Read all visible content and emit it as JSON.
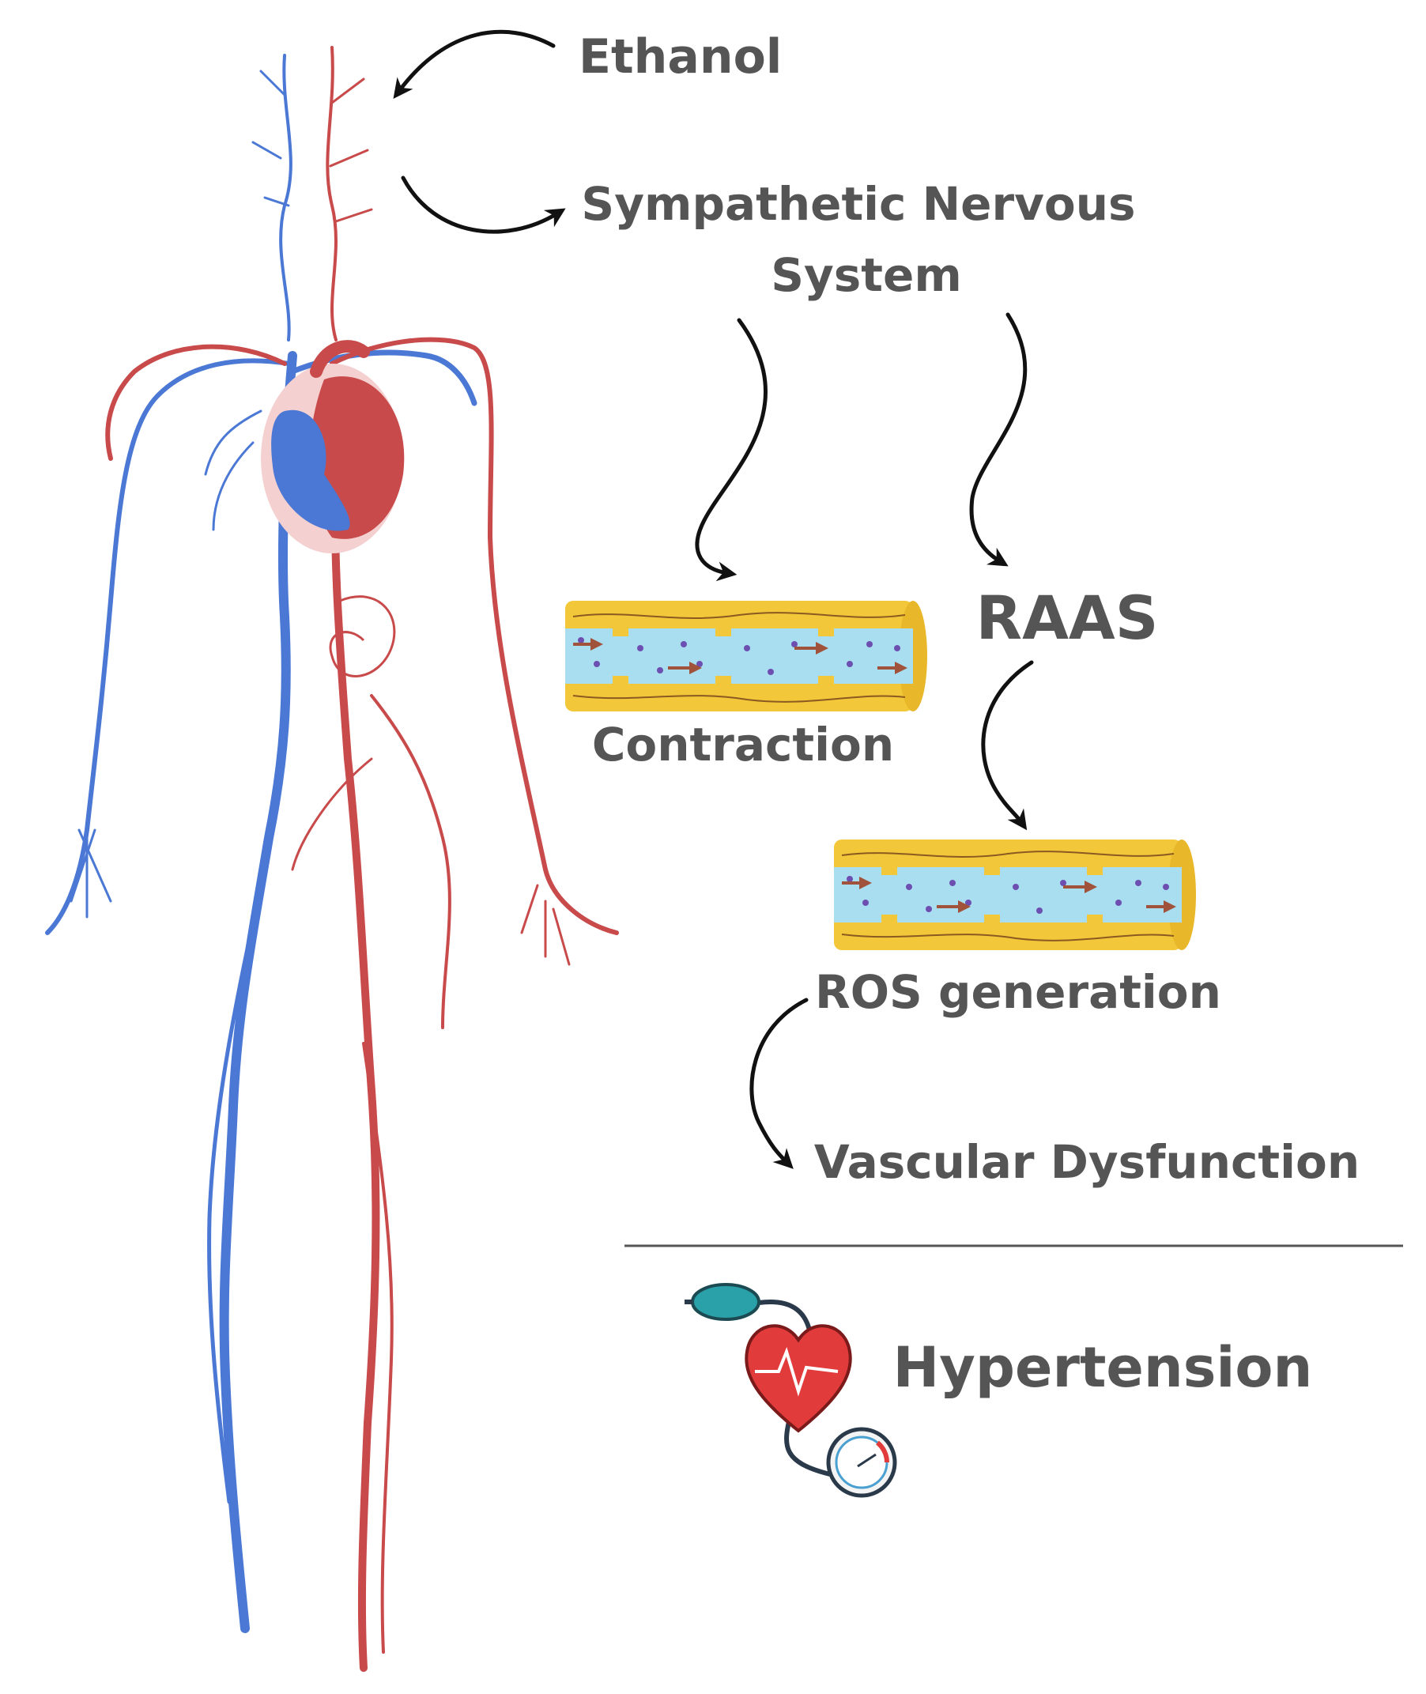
{
  "labels": {
    "ethanol": "Ethanol",
    "sns_line1": "Sympathetic Nervous",
    "sns_line2": "System",
    "contraction": "Contraction",
    "raas": "RAAS",
    "ros": "ROS generation",
    "vascular": "Vascular Dysfunction",
    "hypertension": "Hypertension"
  },
  "colors": {
    "text": "#555555",
    "vein": "#4a78d4",
    "artery": "#c84a4a",
    "vessel_wall": "#f2c83a",
    "lumen": "#a9def0",
    "cell": "#6c4fb0",
    "flow_arrow": "#a0523a",
    "cuff": "#2aa0a8",
    "heart": "#e23b3b"
  },
  "icons": {
    "body": "circulatory-system-illustration",
    "vessel": "blood-vessel-cross-section",
    "bp": "blood-pressure-monitor-icon"
  }
}
